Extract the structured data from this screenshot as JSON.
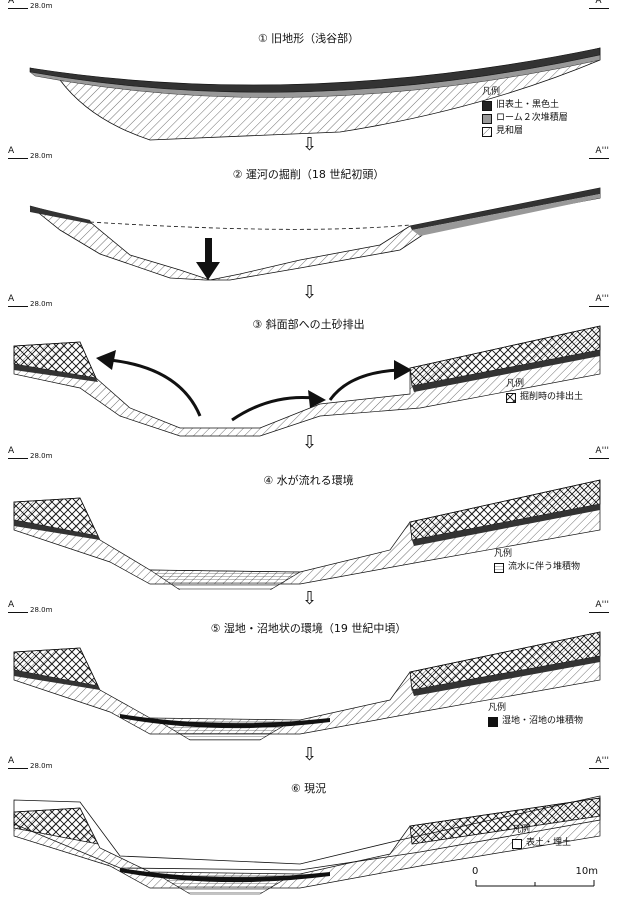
{
  "section_label_left": "A",
  "section_label_right": "A'''",
  "elevation": "28.0m",
  "arrow_glyph": "⇩",
  "panels": [
    {
      "title": "①  旧地形（浅谷部）"
    },
    {
      "title": "②  運河の掘削（18 世紀初頭）"
    },
    {
      "title": "③  斜面部への土砂排出"
    },
    {
      "title": "④  水が流れる環境"
    },
    {
      "title": "⑤  湿地・沼地状の環境（19 世紀中頃）"
    },
    {
      "title": "⑥  現況"
    }
  ],
  "legends": {
    "p1": {
      "heading": "凡例",
      "items": [
        "旧表土・黒色土",
        "ローム２次堆積層",
        "見和層"
      ]
    },
    "p3": {
      "heading": "凡例",
      "items": [
        "掘削時の排出土"
      ]
    },
    "p4": {
      "heading": "凡例",
      "items": [
        "流水に伴う堆積物"
      ]
    },
    "p5": {
      "heading": "凡例",
      "items": [
        "湿地・沼地の堆積物"
      ]
    },
    "p6": {
      "heading": "凡例",
      "items": [
        "表土・埋土"
      ]
    }
  },
  "scale": {
    "min": "0",
    "max": "10m"
  }
}
